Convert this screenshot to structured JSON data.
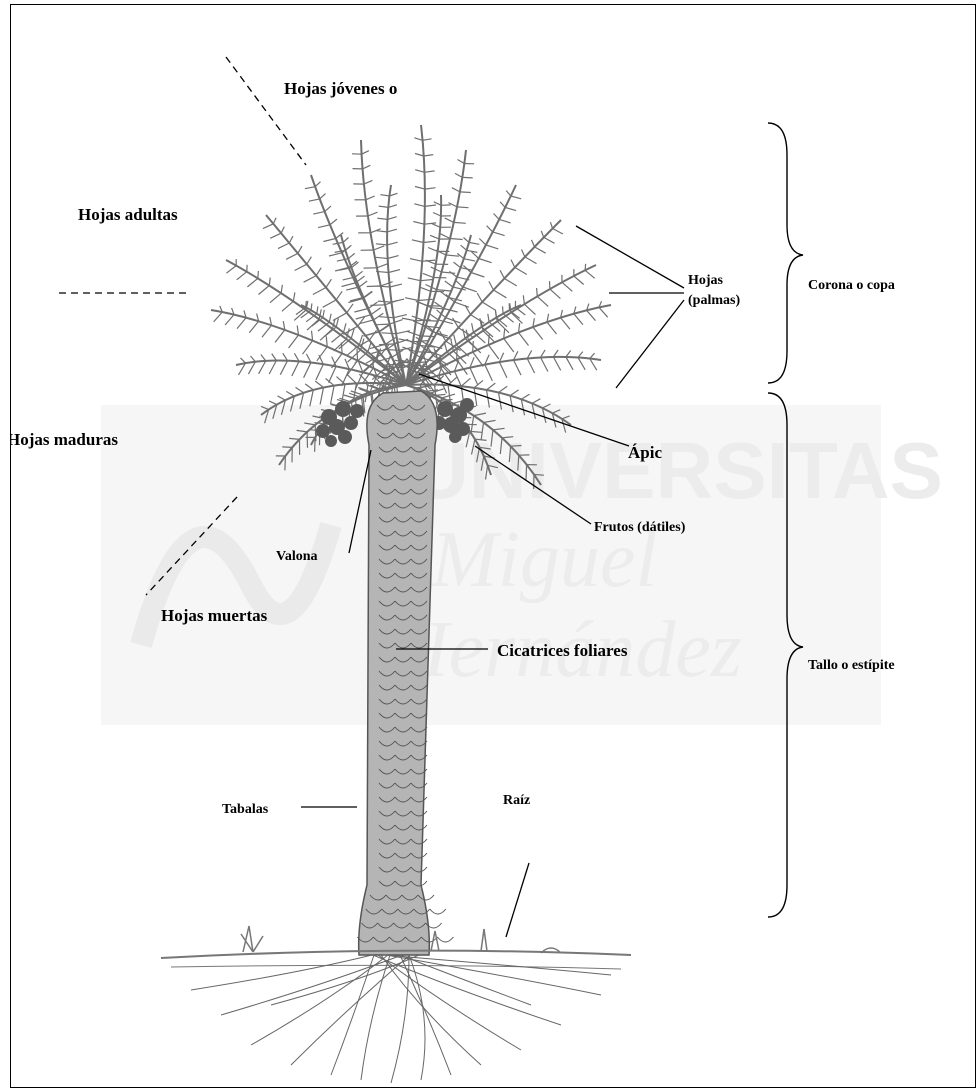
{
  "watermark": {
    "line1": "UNIVERSITAS",
    "line2": "Miguel",
    "line3": "Hernández"
  },
  "labels": {
    "hojas_jovenes": "Hojas jóvenes o",
    "hojas_adultas": "Hojas adultas",
    "hojas_maduras": "Hojas maduras",
    "hojas_muertas": "Hojas muertas",
    "hojas_palmas_line1": "Hojas",
    "hojas_palmas_line2": "(palmas)",
    "apic": "Ápic",
    "frutos": "Frutos (dátiles)",
    "valona": "Valona",
    "cicatrices": "Cicatrices foliares",
    "tabalas": "Tabalas",
    "raiz": "Raíz",
    "corona": "Corona o copa",
    "tallo": "Tallo o estípite"
  },
  "colors": {
    "ink": "#000000",
    "frond": "#6f6f6f",
    "trunk_fill": "#b5b5b5",
    "watermark": "#ececec"
  }
}
